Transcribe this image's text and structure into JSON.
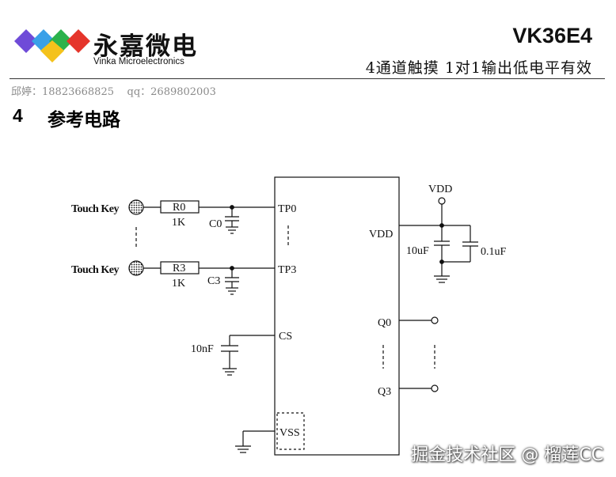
{
  "header": {
    "brand_cn": "永嘉微电",
    "brand_en": "Vinka Microelectronics",
    "model": "VK36E4",
    "subtitle": "4通道触摸 1对1输出低电平有效",
    "contact": "邱婷：18823668825    qq：2689802003",
    "logo_colors": [
      "#6f4bd8",
      "#3aa0e8",
      "#2bb24c",
      "#e5352b",
      "#f4c21b"
    ]
  },
  "section": {
    "number": "4",
    "title": "参考电路"
  },
  "schematic": {
    "touch_key_top": "Touch Key",
    "touch_key_bottom": "Touch Key",
    "r0": "R0",
    "r0_value": "1K",
    "r3": "R3",
    "r3_value": "1K",
    "c0": "C0",
    "c3": "C3",
    "cs_cap": "10nF",
    "pin_tp0": "TP0",
    "pin_tp3": "TP3",
    "pin_cs": "CS",
    "pin_vss": "VSS",
    "pin_vdd": "VDD",
    "pin_q0": "Q0",
    "pin_q3": "Q3",
    "vdd_label": "VDD",
    "cap_10uf": "10uF",
    "cap_01uf": "0.1uF"
  },
  "watermark": "掘金技术社区 @ 榴莲CC"
}
